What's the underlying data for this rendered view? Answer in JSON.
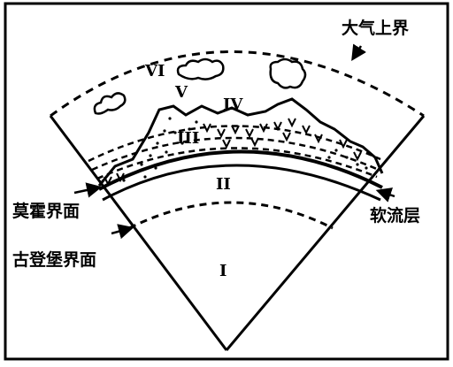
{
  "labels": {
    "upper_atmosphere_boundary": "大气上界",
    "moho": "莫霍界面",
    "gutenberg": "古登堡界面",
    "asthenosphere": "软流层"
  },
  "layers": {
    "I": "I",
    "II": "II",
    "III": "III",
    "IV": "IV",
    "V": "V",
    "VI": "VI"
  }
}
